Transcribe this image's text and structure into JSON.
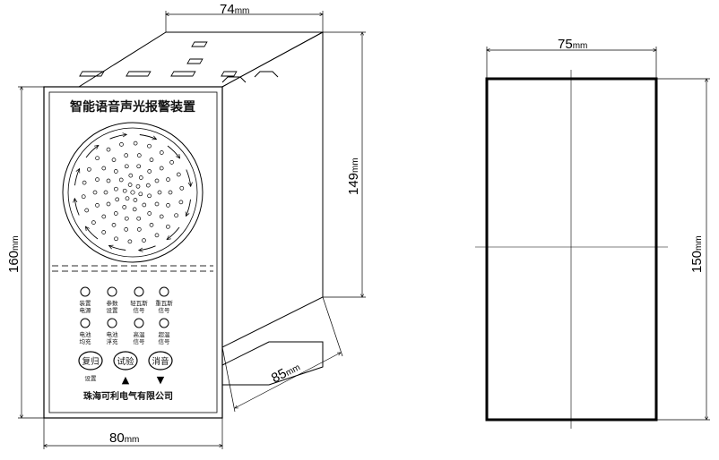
{
  "front_view": {
    "title": "智能语音声光报警装置",
    "indicators_row1": [
      {
        "line1": "装置",
        "line2": "电源"
      },
      {
        "line1": "参数",
        "line2": "设置"
      },
      {
        "line1": "轻瓦斯",
        "line2": "信号"
      },
      {
        "line1": "重瓦斯",
        "line2": "信号"
      }
    ],
    "indicators_row2": [
      {
        "line1": "电池",
        "line2": "均充"
      },
      {
        "line1": "电池",
        "line2": "浮充"
      },
      {
        "line1": "高温",
        "line2": "信号"
      },
      {
        "line1": "超温",
        "line2": "信号"
      }
    ],
    "buttons": [
      {
        "label": "复归",
        "sub": "设置"
      },
      {
        "label": "试验",
        "sub": "▲"
      },
      {
        "label": "消音",
        "sub": "▼"
      }
    ],
    "manufacturer": "珠海可利电气有限公司"
  },
  "dimensions": {
    "front_width": "80",
    "front_height": "160",
    "top_depth_width": "74",
    "side_height": "149",
    "side_depth": "85",
    "unit": "mm"
  },
  "cutout": {
    "width": "75",
    "height": "150",
    "unit": "mm"
  },
  "colors": {
    "line": "#000000",
    "panel": "#ffffff",
    "dashed": "#555555"
  }
}
